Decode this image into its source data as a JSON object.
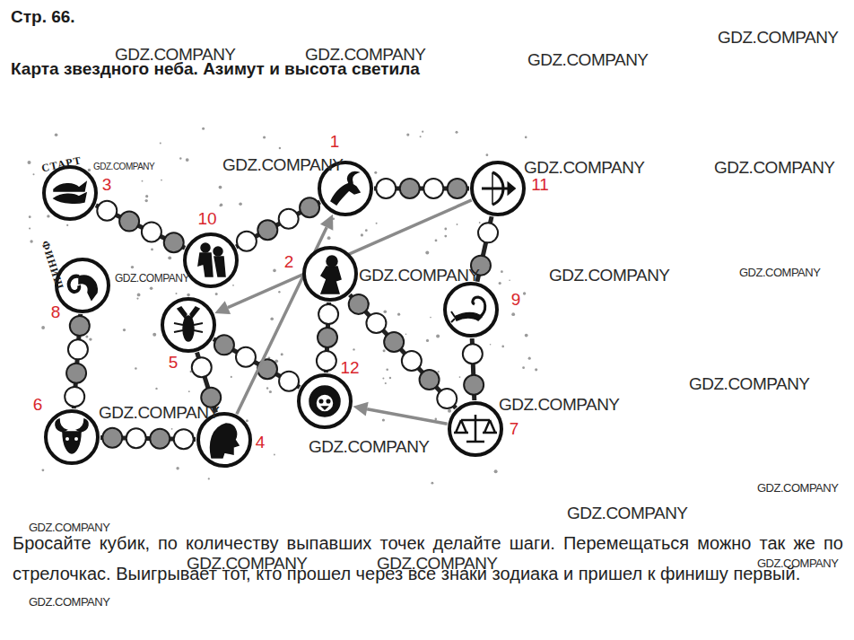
{
  "diagram": {
    "title": "Карта звездного неба. Азимут и высота светила",
    "caption": "Бросайте кубик, по количеству выпавших точек делайте шаги. Перемещаться можно так же по стрелочкас. Выигрывает тот, кто прошел через все знаки зодиака и пришел к финишу первый.",
    "nodes": [
      {
        "text": [
          "1"
        ]
      },
      {
        "text": [
          "2"
        ]
      },
      {
        "text": [
          "3"
        ]
      },
      {
        "text": [
          "4"
        ]
      },
      {
        "text": [
          "5"
        ]
      },
      {
        "text": [
          "6"
        ]
      },
      {
        "text": [
          "7"
        ]
      },
      {
        "text": [
          "8"
        ]
      },
      {
        "text": [
          "9"
        ]
      },
      {
        "text": [
          "10"
        ]
      },
      {
        "text": [
          "11"
        ]
      },
      {
        "text": [
          "12"
        ]
      }
    ],
    "edges": [
      {
        "from": 2,
        "to": 9,
        "arrow": "none"
      },
      {
        "from": 9,
        "to": 0,
        "arrow": "none"
      },
      {
        "from": 0,
        "to": 10,
        "arrow": "none"
      },
      {
        "from": 10,
        "to": 8,
        "arrow": "none"
      },
      {
        "from": 8,
        "to": 6,
        "arrow": "none"
      },
      {
        "from": 6,
        "to": 1,
        "arrow": "none"
      },
      {
        "from": 1,
        "to": 11,
        "arrow": "none"
      },
      {
        "from": 11,
        "to": 4,
        "arrow": "none"
      },
      {
        "from": 4,
        "to": 3,
        "arrow": "none"
      },
      {
        "from": 3,
        "to": 5,
        "arrow": "none"
      },
      {
        "from": 5,
        "to": 7,
        "arrow": "none"
      },
      {
        "from": 10,
        "to": 4,
        "arrow": "to"
      },
      {
        "from": 3,
        "to": 0,
        "arrow": "to"
      },
      {
        "from": 6,
        "to": 11,
        "arrow": "to"
      }
    ],
    "labels": [
      "Стр. 66.",
      "СТАРТ",
      "ФИНИШ",
      "GDZ.COMPANY",
      "GDZ.COMPANY",
      "GDZ.COMPANY",
      "GDZ.COMPANY",
      "GDZ.COMPANY",
      "GDZ.COMPANY",
      "GDZ.COMPANY",
      "GDZ.COMPANY",
      "GDZ.COMPANY",
      "GDZ.COMPANY",
      "GDZ.COMPANY",
      "GDZ.COMPANY",
      "GDZ.COMPANY",
      "GDZ.COMPANY",
      "GDZ.COMPANY",
      "GDZ.COMPANY",
      "GDZ.COMPANY",
      "GDZ.COMPANY",
      "GDZ.COMPANY",
      "GDZ.COMPANY",
      "GDZ.COMPANY",
      "GDZ.COMPANY",
      "GDZ.COMPANY"
    ]
  }
}
